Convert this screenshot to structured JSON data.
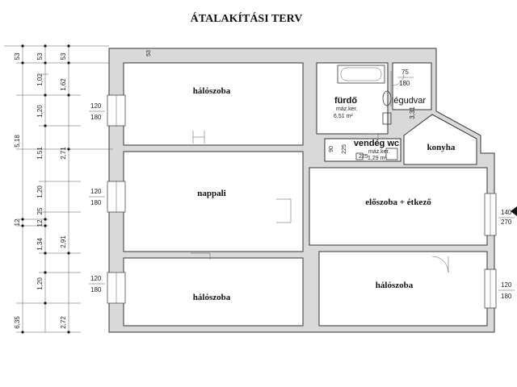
{
  "title": "ÁTALAKÍTÁSI TERV",
  "rooms": {
    "halo1": "hálószoba",
    "nappali": "nappali",
    "halo2": "hálószoba",
    "furdo": "fürdő",
    "furdo_area_label": "máz.ker.",
    "furdo_area": "6,51 m²",
    "legudvar": "légudvar",
    "vendeg": "vendég wc",
    "vendeg_area_label": "máz.ker.",
    "vendeg_area": "1,29 m²",
    "konyha": "konyha",
    "eloszoba": "előszoba + étkező",
    "halo3": "hálószoba"
  },
  "dims_left_outer": [
    "53",
    "5,18",
    "12",
    "6,35"
  ],
  "dims_left_mid": [
    "53",
    "1,02",
    "1,20",
    "1,51",
    "1,20",
    "25",
    "12",
    "1,34",
    "1,20"
  ],
  "dims_left_inner": [
    "53",
    "1,62",
    "2,71",
    "2,91",
    "2,72"
  ],
  "windows_left": [
    {
      "w": "120",
      "h": "180"
    },
    {
      "w": "120",
      "h": "180"
    },
    {
      "w": "120",
      "h": "180"
    }
  ],
  "window_right_lower": {
    "w": "120",
    "h": "180"
  },
  "window_right_mid": {
    "w": "140",
    "h": "270"
  },
  "dims_top": [
    "53",
    "53",
    "53",
    "53"
  ],
  "legudvar_dims": [
    "75",
    "180"
  ],
  "dim_331": "3,31",
  "wc_dims": [
    "90",
    "225",
    "225"
  ]
}
